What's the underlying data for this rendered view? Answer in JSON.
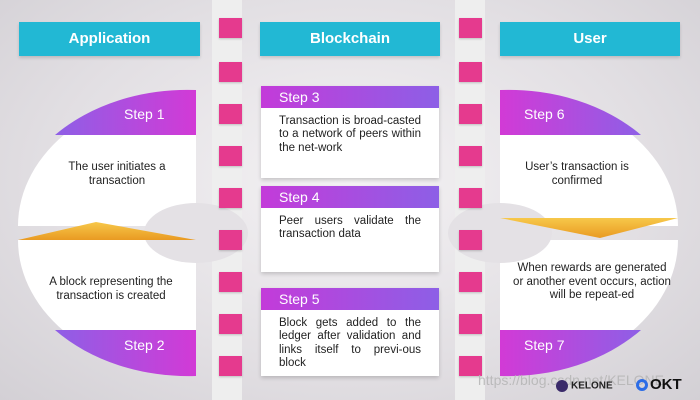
{
  "headers": {
    "application": "Application",
    "blockchain": "Blockchain",
    "user": "User"
  },
  "application": {
    "step1_label": "Step 1",
    "step1_text": "The user initiates a transaction",
    "step2_label": "Step 2",
    "step2_text": "A block representing the transaction is created"
  },
  "blockchain": {
    "step3_label": "Step 3",
    "step3_text": "Transaction is broad-casted to a network of peers within the net-work",
    "step4_label": "Step 4",
    "step4_text": "Peer users validate the transaction data",
    "step5_label": "Step 5",
    "step5_text": "Block gets added to the ledger after validation and links itself to previ-ous block"
  },
  "user": {
    "step6_label": "Step 6",
    "step6_text": "User’s transaction is confirmed",
    "step7_label": "Step 7",
    "step7_text": "When rewards are generated or another event occurs, action will be repeat-ed"
  },
  "watermark": "https://blog.csdn.net/KELONE",
  "logos": {
    "kelone": "KELONE",
    "okt": "OKT"
  },
  "colors": {
    "cyan": "#22b8d4",
    "pink": "#e53a8e",
    "purple": "#9b4fe0",
    "magenta": "#c33bd9",
    "gold": "#f1b233"
  }
}
